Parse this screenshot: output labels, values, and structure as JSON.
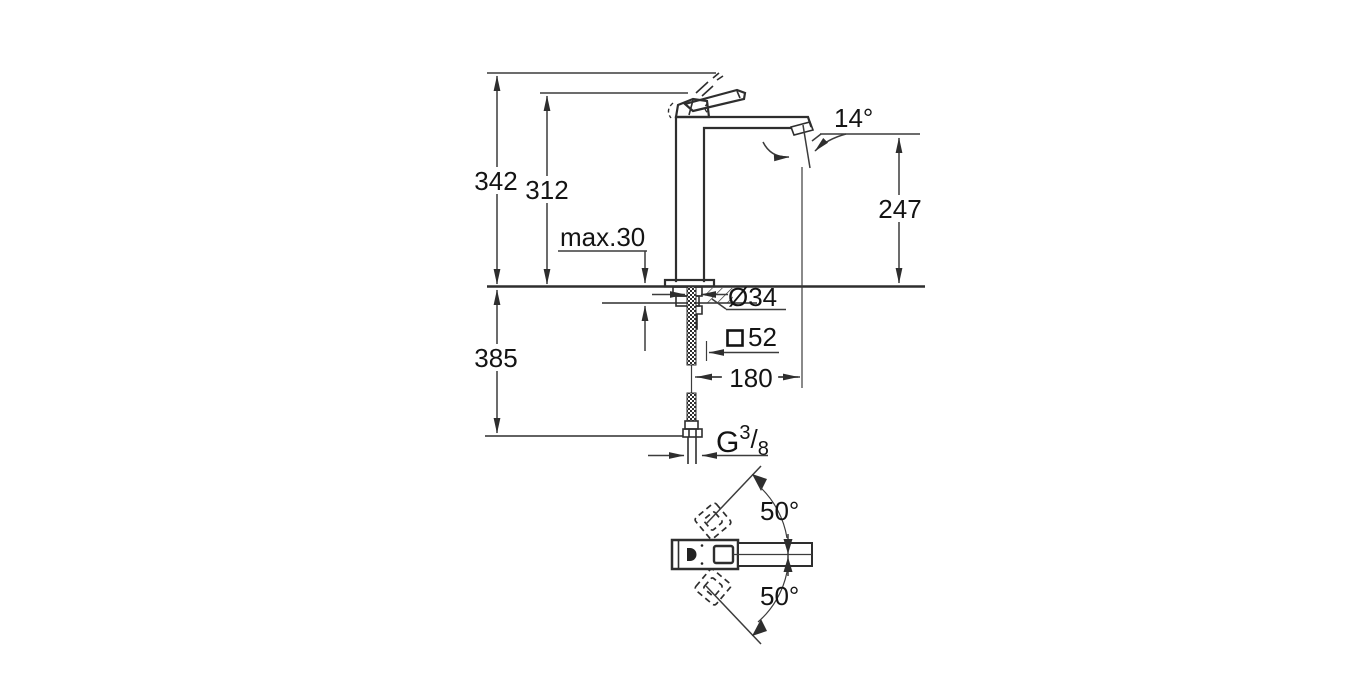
{
  "drawing": {
    "colors": {
      "object_line": "#2e2e2e",
      "dimension_line": "#3c3c3c",
      "text": "#141414",
      "background": "#ffffff"
    },
    "labels": {
      "overall_height": "342",
      "lever_height": "312",
      "max_counter_thickness": "max.30",
      "aerator_angle": "14°",
      "spout_outlet_height": "247",
      "mounting_hole_diameter": "Ø34",
      "base_square_symbol": "□",
      "base_square_size": "52",
      "spout_projection": "180",
      "below_counter_length": "385",
      "thread": {
        "g": "G",
        "numerator": "3",
        "slash": "/",
        "denominator": "8"
      },
      "handle_swivel_upper": "50°",
      "handle_swivel_lower": "50°"
    }
  }
}
